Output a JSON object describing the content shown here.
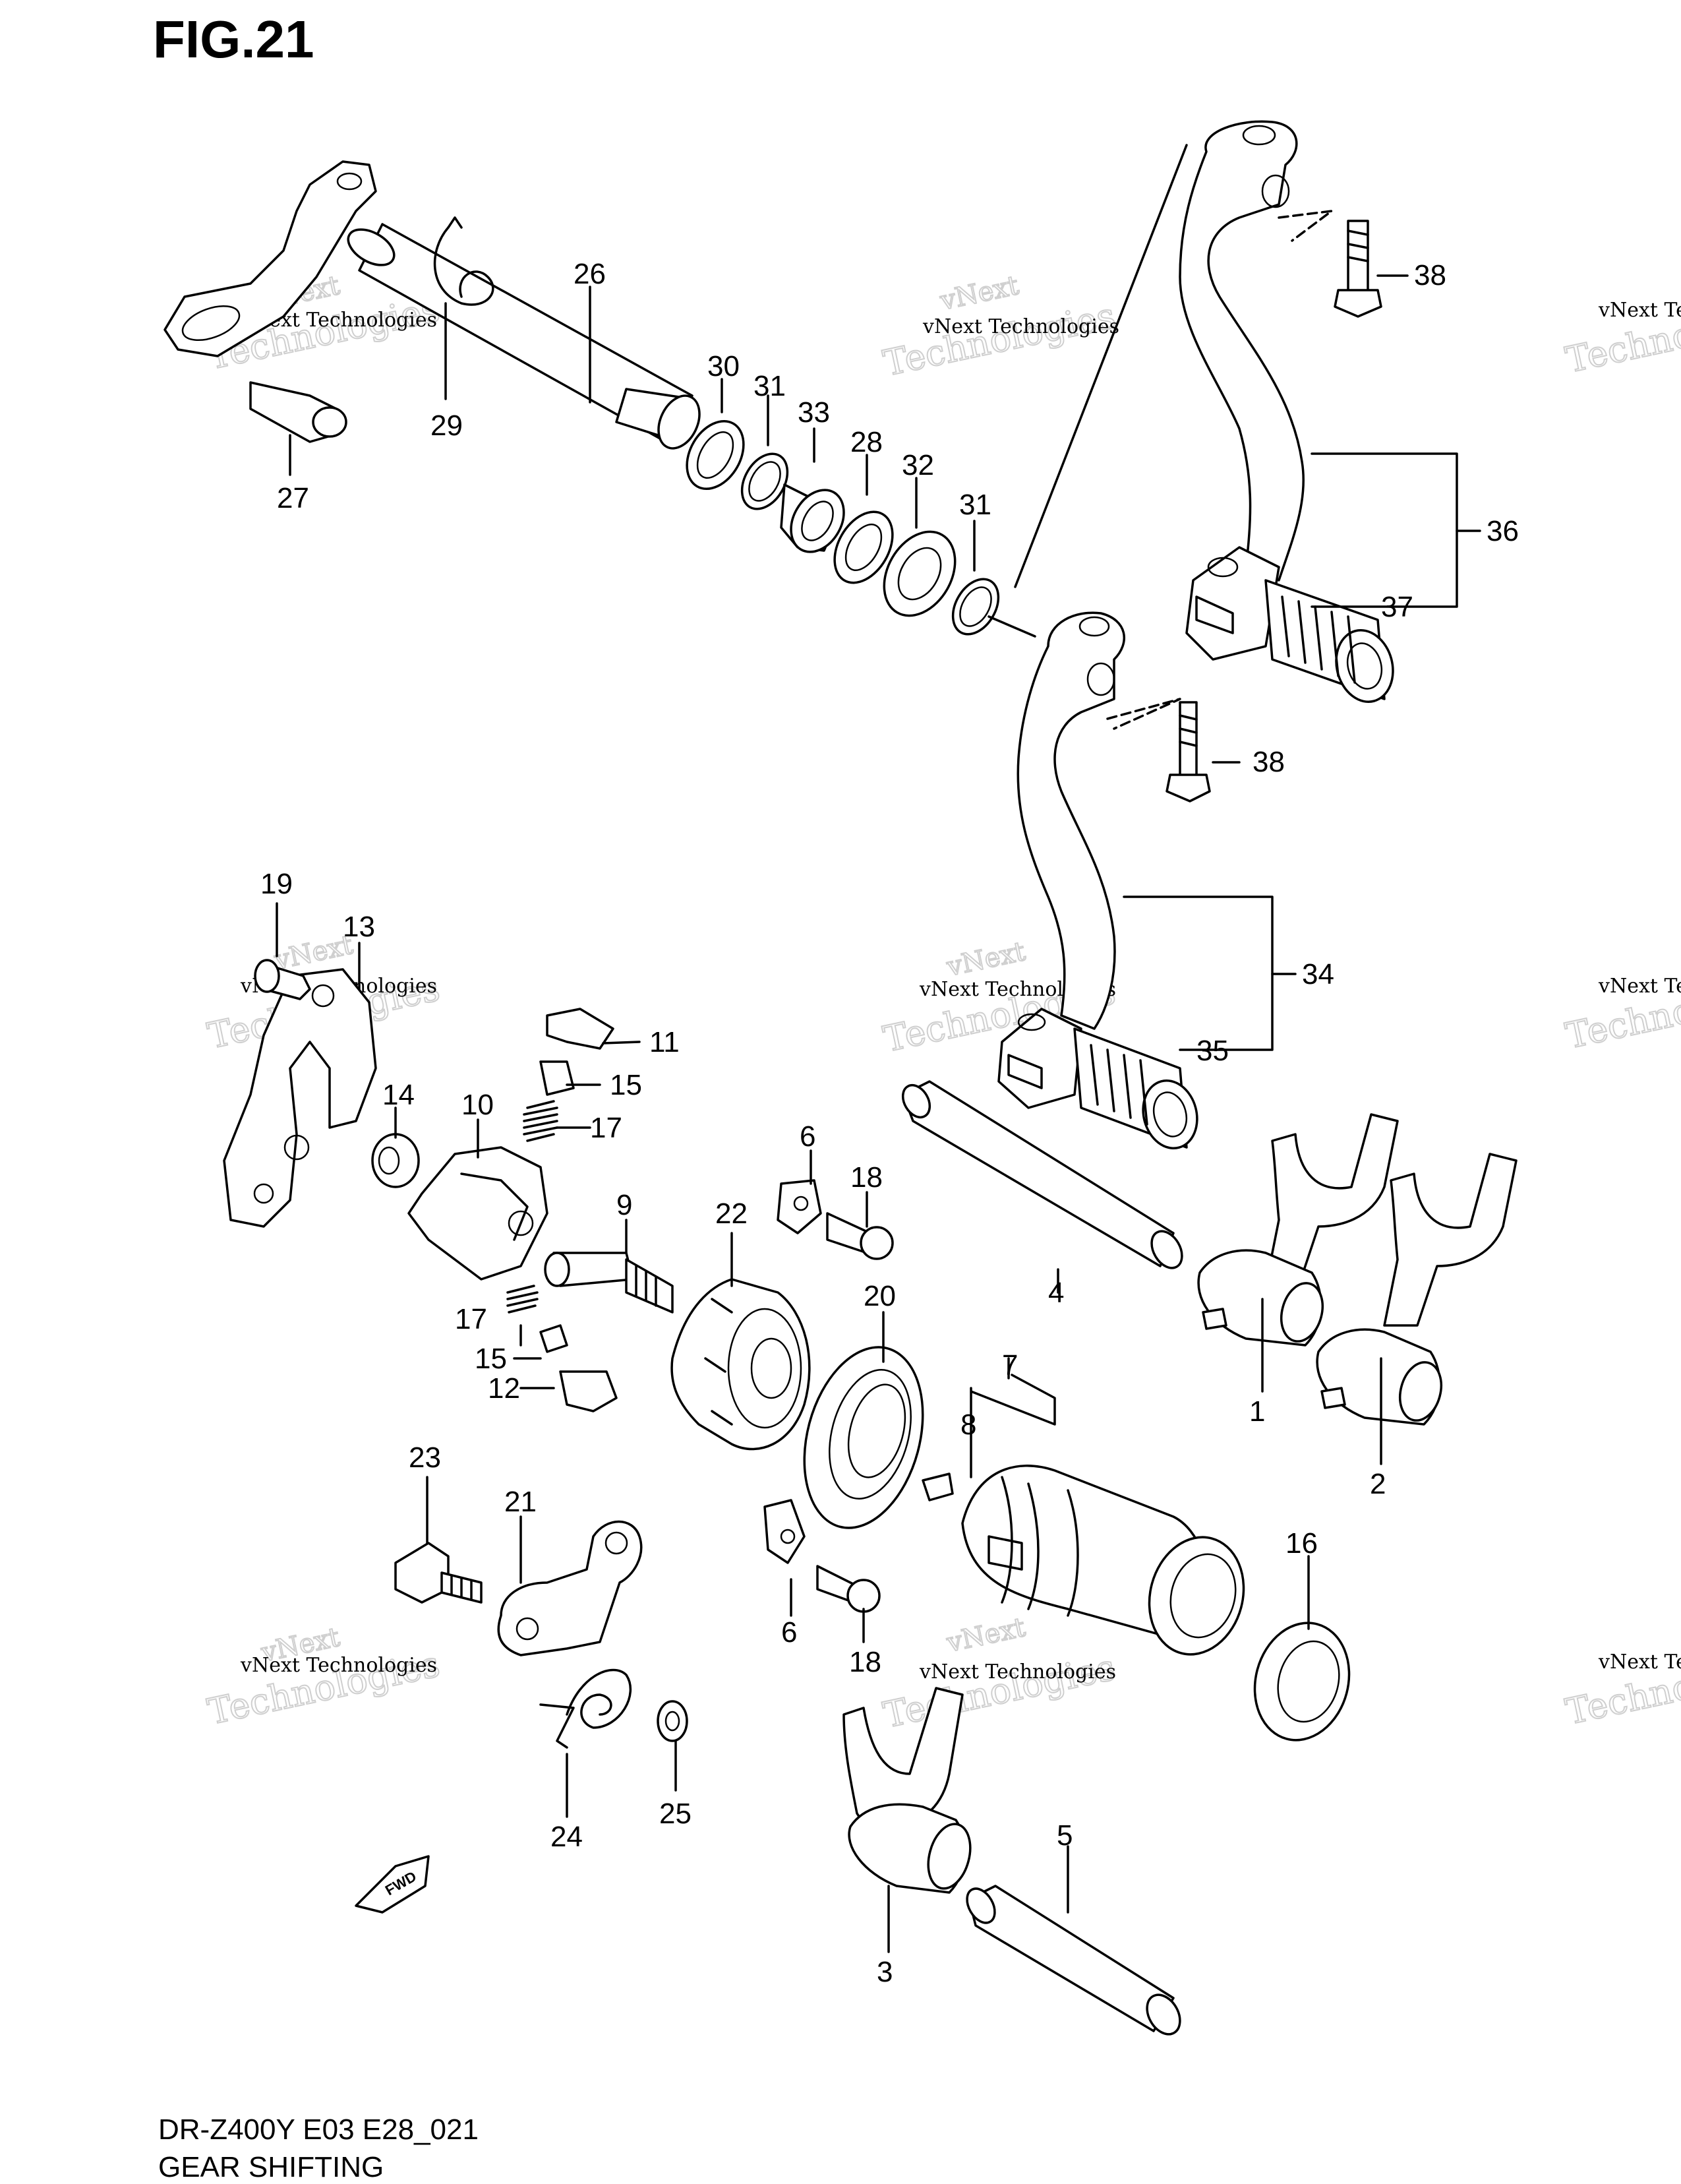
{
  "figure": {
    "title": "FIG.21",
    "model_code": "DR-Z400Y E03 E28_021",
    "name": "GEAR SHIFTING"
  },
  "watermark": {
    "line1": "vNext Technologies",
    "line2": "Technologies",
    "line3": "vNext"
  },
  "callouts": [
    "1",
    "2",
    "3",
    "4",
    "5",
    "6",
    "6",
    "7",
    "8",
    "9",
    "10",
    "11",
    "12",
    "13",
    "14",
    "15",
    "15",
    "16",
    "17",
    "17",
    "18",
    "18",
    "19",
    "20",
    "21",
    "22",
    "23",
    "24",
    "25",
    "26",
    "27",
    "28",
    "29",
    "30",
    "31",
    "31",
    "32",
    "33",
    "34",
    "35",
    "36",
    "37",
    "38",
    "38"
  ],
  "fwd_label": "FWD"
}
